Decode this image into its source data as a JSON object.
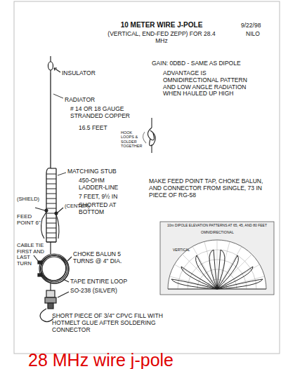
{
  "diagram": {
    "title": "10 METER WIRE J-POLE",
    "caption": "28 MHz wire j-pole",
    "labels": [
      "(VERTICAL, END-FED ZEPP) FOR 28.4 MHz",
      "9/22/98",
      "NILO",
      "INSULATOR",
      "GAIN: 0DBD - SAME AS DIPOLE",
      "ADVANTAGE IS OMNIDIRECTIONAL PATTERN AND LOW ANGLE RADIATION WHEN HAULED UP HIGH",
      "RADIATOR",
      "# 14 OR 18 GAUGE STRANDED COPPER",
      "16.5 FEET",
      "HOOK LOOPS & SOLDER TOGETHER",
      "MATCHING STUB",
      "450-OHM LADDER-LINE",
      "7 FEET, 9½ IN",
      "SHORTED AT BOTTOM",
      "MAKE FEED POINT TAP, CHOKE BALUN, AND CONNECTOR FROM SINGLE, 73 IN PIECE OF RG-58",
      "(SHIELD)",
      "(CENTER)",
      "FEED POINT 6\"",
      "CABLE TIE FIRST AND LAST TURN",
      "CHOKE BALUN 5 TURNS @ 4\" DIA.",
      "TAPE ENTIRE LOOP",
      "SO-238 (SILVER)",
      "SHORT PIECE OF 3/4\" CPVC FILL WITH HOTMELT GLUE AFTER SOLDERING CONNECTOR",
      "10m DIPOLE ELEVATION PATTERNS AT 65, 45, AND 80 FEET",
      "OMNIDIRECTIONAL",
      "VERTICAL"
    ]
  }
}
